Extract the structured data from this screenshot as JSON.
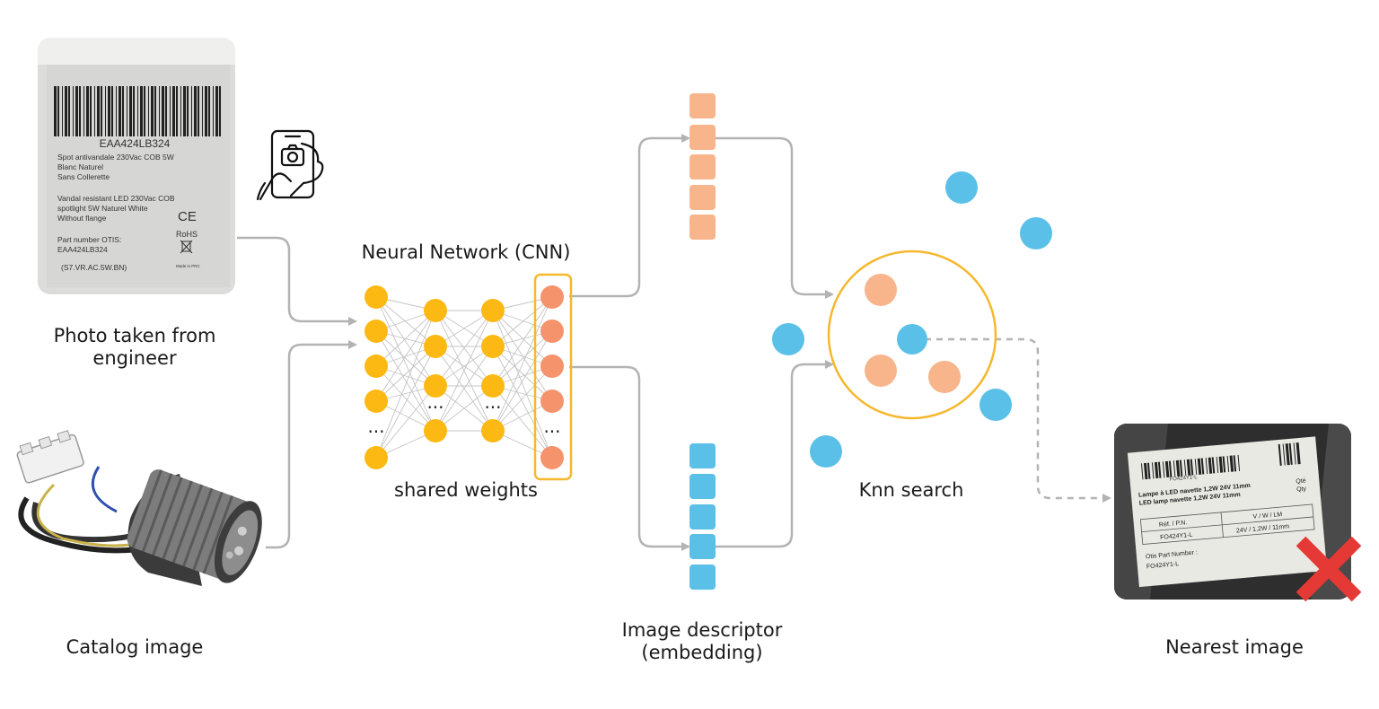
{
  "labels": {
    "photo_line1": "Photo taken from",
    "photo_line2": "engineer",
    "catalog": "Catalog image",
    "network_title": "Neural Network (CNN)",
    "shared_weights": "shared weights",
    "descriptor_line1": "Image descriptor",
    "descriptor_line2": "(embedding)",
    "knn": "Knn search",
    "nearest": "Nearest image"
  },
  "photo_label_text": {
    "code": "EAA424LB324",
    "line_fr1": "Spot antivandale 230Vac COB 5W",
    "line_fr2": "Blanc Naturel",
    "line_fr3": "Sans Collerette",
    "line_en1": "Vandal resistant LED 230Vac COB",
    "line_en2": "spotlight 5W Naturel White",
    "line_en3": "Without flange",
    "part_label": "Part number OTIS:",
    "part_value": "EAA424LB324",
    "ref": "(S7.VR.AC.5W.BN)",
    "ce": "CE",
    "rohs": "RoHS",
    "made_in": "Made in PRC"
  },
  "nearest_label_text": {
    "code": "FO424Y1-L",
    "title1": "Lampe à LED navette 1,2W 24V 11mm",
    "title2": "LED lamp navette 1,2W 24V 11mm",
    "qte": "Qté",
    "qty": "Qty",
    "ref_header": "Réf. / P.N.",
    "vwlm_header": "V / W / LM",
    "ref_value": "FO424Y1-L",
    "vwlm_value": "24V / 1,2W / 11mm",
    "otis_label": "Otis Part Number :",
    "otis_value": "FO424Y1-L"
  },
  "network": {
    "ellipsis": "...",
    "layer_node_counts": [
      5,
      4,
      4,
      5
    ]
  },
  "colors": {
    "yellow_node": "#FDB913",
    "orange_node": "#F4936C",
    "orange_embedding": "#F8B48A",
    "blue_embedding": "#5BC0E8",
    "knn_orange_point": "#F8B48A",
    "knn_blue_point": "#5BC0E8",
    "knn_circle": "#F5B82E",
    "arrow": "#b3b3b3",
    "mismatch_x": "#E53935"
  },
  "icons": {
    "phone_camera": "smartphone-camera-icon",
    "mismatch": "red-x-icon"
  }
}
